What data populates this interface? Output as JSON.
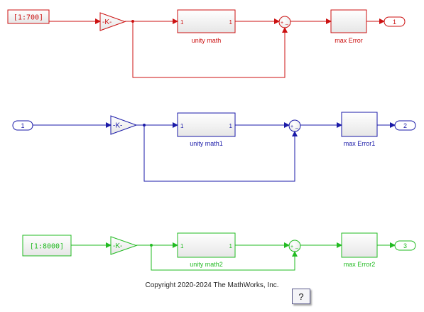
{
  "colors": {
    "red": "#cc1111",
    "blue": "#1a1aa8",
    "green": "#22bb22"
  },
  "rows": [
    {
      "color": "red",
      "source_type": "constant",
      "source_label": "[1:700]",
      "gain_label": "-K-",
      "subsystem_in": "1",
      "subsystem_out": "1",
      "subsystem_name": "unity math",
      "sum_plus": "+",
      "sum_minus": "_",
      "scope_name": "max Error",
      "outport": "1"
    },
    {
      "color": "blue",
      "source_type": "inport",
      "source_label": "1",
      "gain_label": "-K-",
      "subsystem_in": "1",
      "subsystem_out": "1",
      "subsystem_name": "unity math1",
      "sum_plus": "+",
      "sum_minus": "_",
      "scope_name": "max Error1",
      "outport": "2"
    },
    {
      "color": "green",
      "source_type": "constant",
      "source_label": "[1:8000]",
      "gain_label": "-K-",
      "subsystem_in": "1",
      "subsystem_out": "1",
      "subsystem_name": "unity math2",
      "sum_plus": "+",
      "sum_minus": "_",
      "scope_name": "max Error2",
      "outport": "3"
    }
  ],
  "copyright": "Copyright 2020-2024 The MathWorks, Inc.",
  "help_button": "?"
}
